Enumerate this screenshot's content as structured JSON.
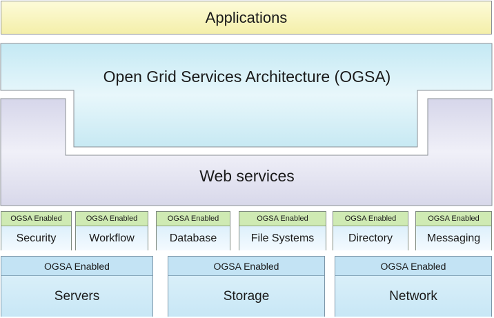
{
  "applications": {
    "label": "Applications"
  },
  "ogsa": {
    "label": "Open Grid Services Architecture (OGSA)"
  },
  "web_services": {
    "label": "Web services"
  },
  "services": [
    {
      "tag": "OGSA Enabled",
      "label": "Security"
    },
    {
      "tag": "OGSA Enabled",
      "label": "Workflow"
    },
    {
      "tag": "OGSA Enabled",
      "label": "Database"
    },
    {
      "tag": "OGSA Enabled",
      "label": "File Systems"
    },
    {
      "tag": "OGSA Enabled",
      "label": "Directory"
    },
    {
      "tag": "OGSA Enabled",
      "label": "Messaging"
    }
  ],
  "resources": [
    {
      "tag": "OGSA Enabled",
      "label": "Servers"
    },
    {
      "tag": "OGSA Enabled",
      "label": "Storage"
    },
    {
      "tag": "OGSA Enabled",
      "label": "Network"
    }
  ],
  "colors": {
    "applications_fill": "#f4efaa",
    "ogsa_fill": "#c9ecf5",
    "web_services_fill": "#dedeed",
    "enabled_tag_fill": "#cfeab3",
    "resource_tag_fill": "#c3e3f4",
    "border": "#8a8f96"
  }
}
